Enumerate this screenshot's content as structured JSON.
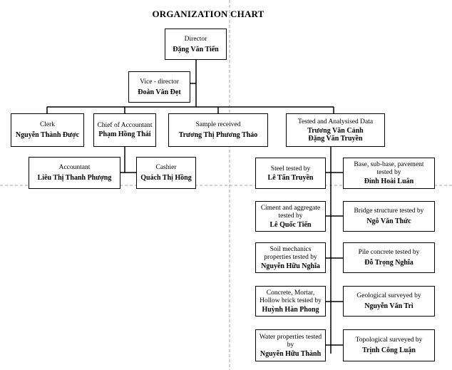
{
  "title": "ORGANIZATION CHART",
  "director": {
    "role": "Director",
    "name": "Đặng Văn Tiến"
  },
  "vice_director": {
    "role": "Vice - director",
    "name": "Đoàn Văn Đẹt"
  },
  "clerk": {
    "role": "Clerk",
    "name": "Nguyễn Thành Được"
  },
  "chief_accountant": {
    "role": "Chief of Accountant",
    "name": "Phạm Hồng Thái"
  },
  "sample_received": {
    "role": "Sample received",
    "name": "Trương Thị Phương Thảo"
  },
  "tested_data": {
    "role": "Tested and Analysised Data",
    "name1": "Trương Văn Cảnh",
    "name2": "Đặng Văn Truyền"
  },
  "accountant": {
    "role": "Accountant",
    "name": "Liêu Thị Thanh Phượng"
  },
  "cashier": {
    "role": "Cashier",
    "name": "Quách Thị Hồng"
  },
  "left_units": [
    {
      "role": "Steel tested by",
      "name": "Lê Tấn Truyền"
    },
    {
      "role": "Ciment and aggregate tested by",
      "name": "Lê Quốc Tiến"
    },
    {
      "role": "Soil mechanics properties tested by",
      "name": "Nguyễn Hữu Nghĩa"
    },
    {
      "role": "Concrete, Mortar, Hollow brick tested by",
      "name": "Huỳnh Hàn Phong"
    },
    {
      "role": "Water properties tested by",
      "name": "Nguyễn Hữu Thành"
    }
  ],
  "right_units": [
    {
      "role": "Base, sub-base, pavement tested by",
      "name": "Đinh Hoài Luân"
    },
    {
      "role": "Bridge structure tested by",
      "name": "Ngô Văn Thức"
    },
    {
      "role": "Pile concrete tested by",
      "name": "Đỗ Trọng Nghĩa"
    },
    {
      "role": "Geological surveyed by",
      "name": "Nguyễn Văn Trì"
    },
    {
      "role": "Topological surveyed by",
      "name": "Trịnh Công Luận"
    }
  ]
}
